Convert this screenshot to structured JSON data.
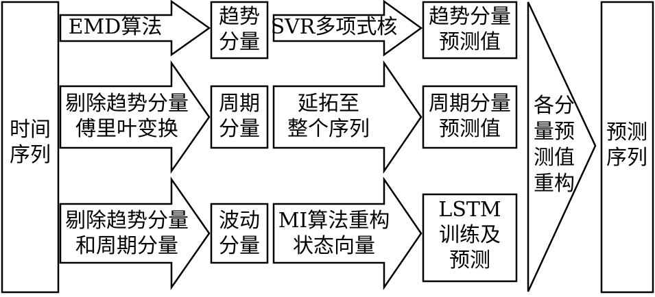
{
  "diagram": {
    "input": {
      "lines": [
        "时间",
        "序列"
      ]
    },
    "rows": [
      {
        "method": {
          "lines": [
            "EMD算法"
          ]
        },
        "component": {
          "lines": [
            "趋势",
            "分量"
          ]
        },
        "model": {
          "lines": [
            "SVR多项式核"
          ]
        },
        "result": {
          "lines": [
            "趋势分量",
            "预测值"
          ]
        }
      },
      {
        "method": {
          "lines": [
            "剔除趋势分量",
            "傅里叶变换"
          ]
        },
        "component": {
          "lines": [
            "周期",
            "分量"
          ]
        },
        "model": {
          "lines": [
            "延拓至",
            "整个序列"
          ]
        },
        "result": {
          "lines": [
            "周期分量",
            "预测值"
          ]
        }
      },
      {
        "method": {
          "lines": [
            "剔除趋势分量",
            "和周期分量"
          ]
        },
        "component": {
          "lines": [
            "波动",
            "分量"
          ]
        },
        "model": {
          "lines": [
            "MI算法重构",
            "状态向量"
          ]
        },
        "result": {
          "lines": [
            "LSTM",
            "训练及",
            "预测"
          ]
        }
      }
    ],
    "merge": {
      "lines": [
        "各分",
        "量预",
        "测值",
        "重构"
      ]
    },
    "output": {
      "lines": [
        "预测",
        "序列"
      ]
    }
  }
}
